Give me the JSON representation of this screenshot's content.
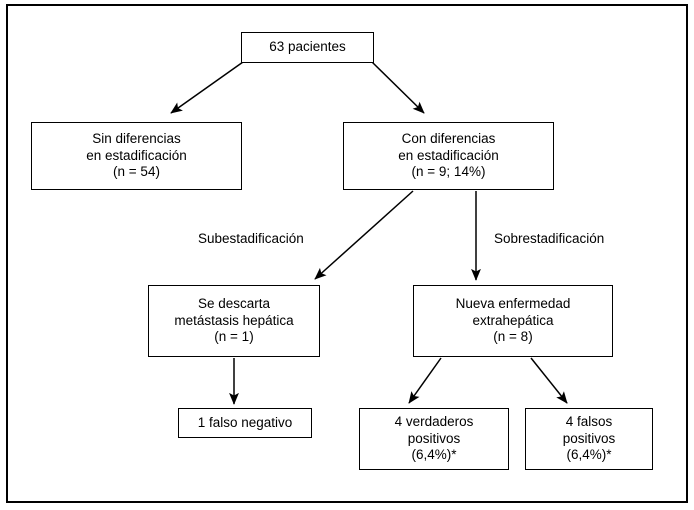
{
  "diagram": {
    "title_text": "",
    "frame": {
      "border_color": "#000000"
    },
    "nodes": [
      {
        "id": "root",
        "name": "node-total-patients",
        "lines": [
          "63 pacientes"
        ]
      },
      {
        "id": "no-diff",
        "name": "node-sin-diferencias",
        "lines": [
          "Sin diferencias",
          "en estadificación",
          "(n = 54)"
        ]
      },
      {
        "id": "diff",
        "name": "node-con-diferencias",
        "lines": [
          "Con diferencias",
          "en estadificación",
          "(n = 9; 14%)"
        ]
      },
      {
        "id": "understage",
        "name": "node-se-descarta-metastasis",
        "lines": [
          "Se descarta",
          "metástasis hepática",
          "(n = 1)"
        ]
      },
      {
        "id": "overstage",
        "name": "node-nueva-enfermedad",
        "lines": [
          "Nueva enfermedad",
          "extrahepática",
          "(n = 8)"
        ]
      },
      {
        "id": "false-neg",
        "name": "node-falso-negativo",
        "lines": [
          "1 falso negativo"
        ]
      },
      {
        "id": "true-pos",
        "name": "node-verdaderos-positivos",
        "lines": [
          "4 verdaderos",
          "positivos",
          "(6,4%)*"
        ]
      },
      {
        "id": "false-pos",
        "name": "node-falsos-positivos",
        "lines": [
          "4 falsos",
          "positivos",
          "(6,4%)*"
        ]
      }
    ],
    "edge_labels": [
      {
        "id": "understaging",
        "name": "edge-label-subestadificacion",
        "text": "Subestadificación"
      },
      {
        "id": "overstaging",
        "name": "edge-label-sobrestadificacion",
        "text": "Sobrestadificación"
      }
    ],
    "arrows": [
      {
        "name": "arrow-root-to-sin-diferencias",
        "from": "root",
        "to": "no-diff"
      },
      {
        "name": "arrow-root-to-con-diferencias",
        "from": "root",
        "to": "diff"
      },
      {
        "name": "arrow-con-diferencias-to-se-descarta",
        "from": "diff",
        "to": "understage"
      },
      {
        "name": "arrow-con-diferencias-to-nueva-enfermedad",
        "from": "diff",
        "to": "overstage"
      },
      {
        "name": "arrow-se-descarta-to-falso-negativo",
        "from": "understage",
        "to": "false-neg"
      },
      {
        "name": "arrow-nueva-enfermedad-to-verdaderos-positivos",
        "from": "overstage",
        "to": "true-pos"
      },
      {
        "name": "arrow-nueva-enfermedad-to-falsos-positivos",
        "from": "overstage",
        "to": "false-pos"
      }
    ]
  }
}
